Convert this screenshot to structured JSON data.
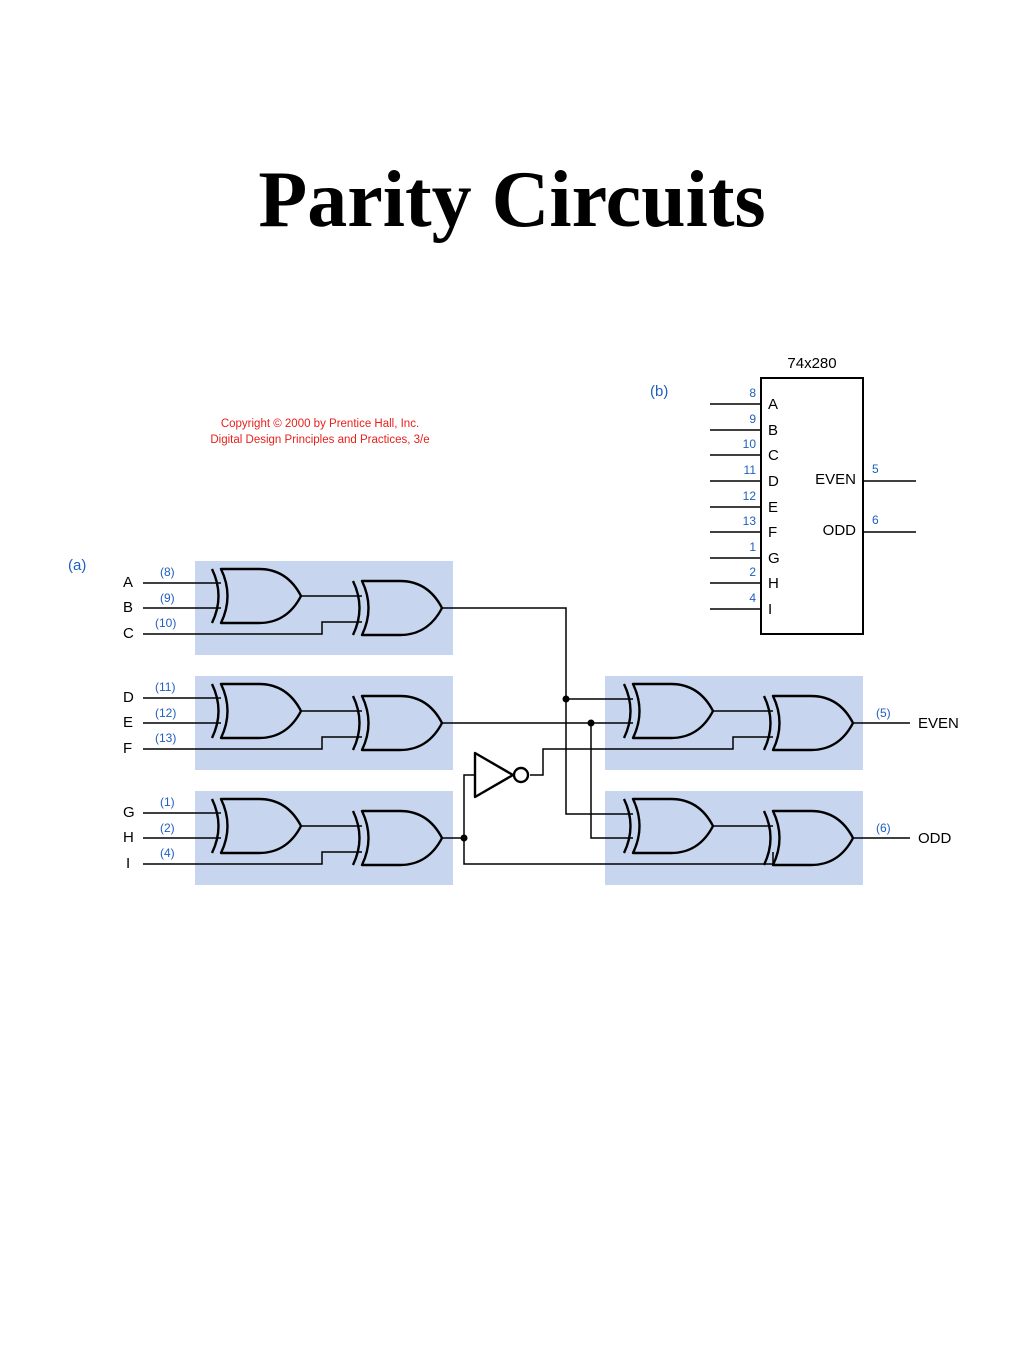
{
  "title": "Parity Circuits",
  "copyright": {
    "line1": "Copyright © 2000 by Prentice Hall, Inc.",
    "line2": "Digital Design Principles and Practices, 3/e"
  },
  "panel_a": {
    "label": "(a)",
    "inputs": [
      {
        "name": "A",
        "pin": "(8)"
      },
      {
        "name": "B",
        "pin": "(9)"
      },
      {
        "name": "C",
        "pin": "(10)"
      },
      {
        "name": "D",
        "pin": "(11)"
      },
      {
        "name": "E",
        "pin": "(12)"
      },
      {
        "name": "F",
        "pin": "(13)"
      },
      {
        "name": "G",
        "pin": "(1)"
      },
      {
        "name": "H",
        "pin": "(2)"
      },
      {
        "name": "I",
        "pin": "(4)"
      }
    ],
    "outputs": [
      {
        "name": "EVEN",
        "pin": "(5)"
      },
      {
        "name": "ODD",
        "pin": "(6)"
      }
    ]
  },
  "panel_b": {
    "label": "(b)",
    "chip": "74x280",
    "inputs": [
      {
        "name": "A",
        "pin": "8"
      },
      {
        "name": "B",
        "pin": "9"
      },
      {
        "name": "C",
        "pin": "10"
      },
      {
        "name": "D",
        "pin": "11"
      },
      {
        "name": "E",
        "pin": "12"
      },
      {
        "name": "F",
        "pin": "13"
      },
      {
        "name": "G",
        "pin": "1"
      },
      {
        "name": "H",
        "pin": "2"
      },
      {
        "name": "I",
        "pin": "4"
      }
    ],
    "outputs": [
      {
        "name": "EVEN",
        "pin": "5"
      },
      {
        "name": "ODD",
        "pin": "6"
      }
    ]
  },
  "colors": {
    "shade": "#c7d6ee",
    "pin_text": "#1f5fbf",
    "copyright_text": "#e8201c"
  }
}
